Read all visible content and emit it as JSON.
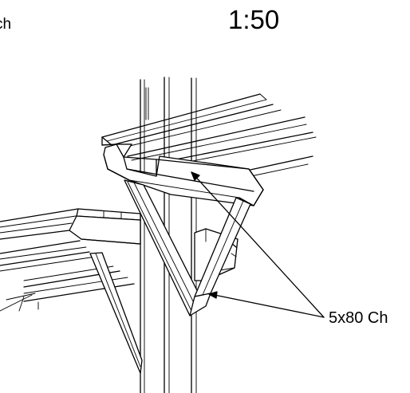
{
  "labels": {
    "corner_fragment": "ch",
    "scale": "1:50",
    "callout": "5x80 Ch"
  },
  "colors": {
    "ink": "#000000",
    "paper": "#ffffff"
  }
}
